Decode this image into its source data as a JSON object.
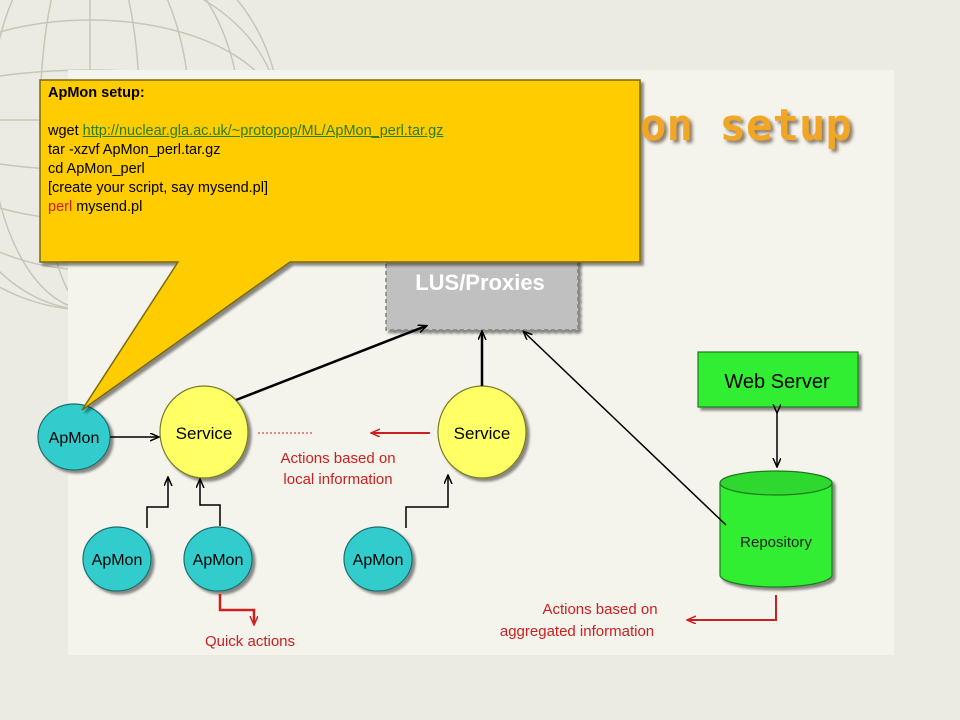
{
  "slide": {
    "title": "on setup"
  },
  "callout": {
    "heading": "ApMon setup:",
    "lines": [
      {
        "prefix": "wget ",
        "link": "http://nuclear.gla.ac.uk/~protopop/ML/ApMon_perl.tar.gz"
      },
      {
        "text": "tar -xzvf ApMon_perl.tar.gz"
      },
      {
        "text": "cd ApMon_perl"
      },
      {
        "text": "[create your script, say mysend.pl]"
      },
      {
        "keyword": "perl",
        "rest": " mysend.pl"
      }
    ]
  },
  "diagram": {
    "lus_label": "LUS/Proxies",
    "web_server_label": "Web Server",
    "repository_label": "Repository",
    "service_label": "Service",
    "apmon_label": "ApMon",
    "annotations": {
      "local_line1": "Actions based on",
      "local_line2": "local information",
      "quick": "Quick actions",
      "aggregated_line1": "Actions based on",
      "aggregated_line2": "aggregated information"
    }
  },
  "colors": {
    "background": "#ecebe3",
    "panel": "#f4f3ec",
    "service_fill": "#ffff66",
    "apmon_fill": "#33cccc",
    "web_server_fill": "#33ee33",
    "repository_fill": "#33ee33",
    "lus_fill": "#c0c0c0",
    "callout_fill": "#ffcc00",
    "annotation_red": "#cc2020",
    "title_orange": "#f2a626"
  }
}
